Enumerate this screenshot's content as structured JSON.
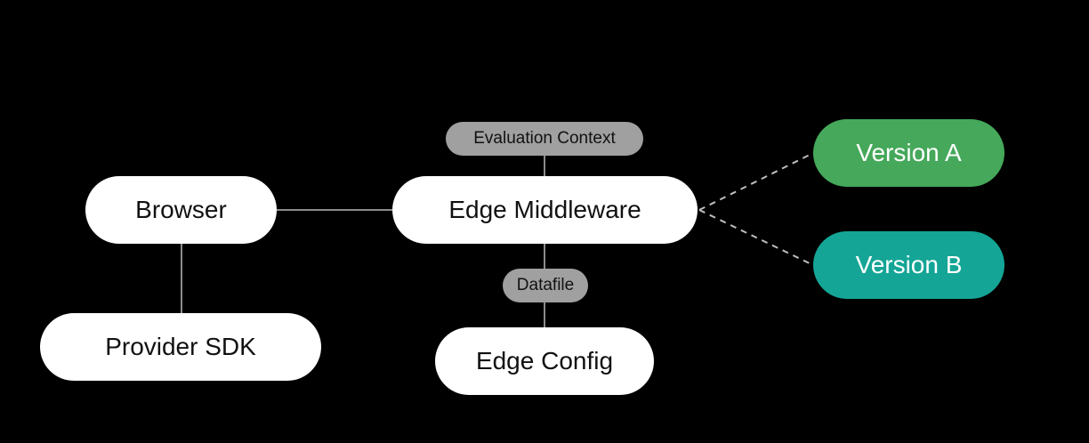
{
  "nodes": {
    "browser": "Browser",
    "provider_sdk": "Provider SDK",
    "edge_middleware": "Edge Middleware",
    "edge_config": "Edge Config",
    "version_a": "Version A",
    "version_b": "Version B"
  },
  "tags": {
    "evaluation_context": "Evaluation Context",
    "datafile": "Datafile"
  },
  "colors": {
    "background": "#000000",
    "node_fill": "#ffffff",
    "tag_fill": "#a0a0a0",
    "version_a": "#45a85a",
    "version_b": "#14a596",
    "connector": "#8c8c8c",
    "dashed_connector": "#bdbdbd"
  }
}
